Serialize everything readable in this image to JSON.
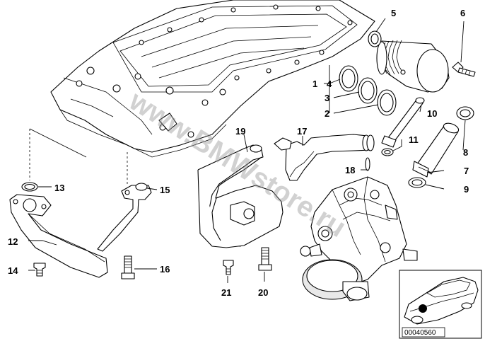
{
  "callouts": [
    {
      "id": "1",
      "label": "1"
    },
    {
      "id": "2",
      "label": "2"
    },
    {
      "id": "3",
      "label": "3"
    },
    {
      "id": "4",
      "label": "4"
    },
    {
      "id": "5",
      "label": "5"
    },
    {
      "id": "6",
      "label": "6"
    },
    {
      "id": "7",
      "label": "7"
    },
    {
      "id": "8",
      "label": "8"
    },
    {
      "id": "9",
      "label": "9"
    },
    {
      "id": "10",
      "label": "10"
    },
    {
      "id": "11",
      "label": "11"
    },
    {
      "id": "12",
      "label": "12"
    },
    {
      "id": "13",
      "label": "13"
    },
    {
      "id": "14",
      "label": "14"
    },
    {
      "id": "15",
      "label": "15"
    },
    {
      "id": "16",
      "label": "16"
    },
    {
      "id": "17",
      "label": "17"
    },
    {
      "id": "18",
      "label": "18"
    },
    {
      "id": "19",
      "label": "19"
    },
    {
      "id": "20",
      "label": "20"
    },
    {
      "id": "21",
      "label": "21"
    }
  ],
  "watermark": "www.BMWstore.ru",
  "inset": {
    "code": "00040560"
  }
}
